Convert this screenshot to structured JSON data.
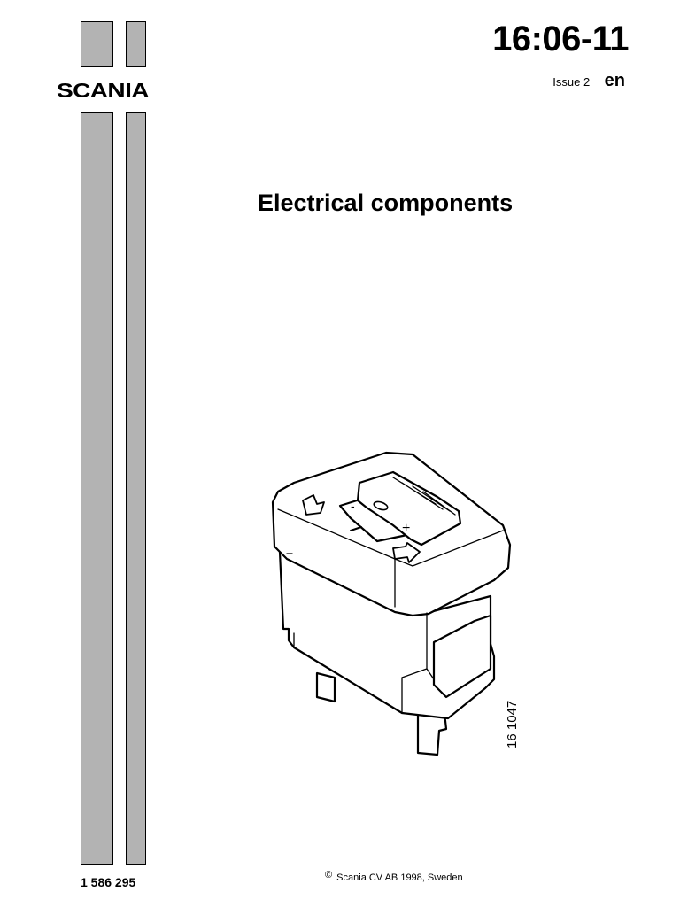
{
  "header": {
    "logo_text": "SCANIA",
    "doc_code": "16:06-11",
    "issue_label": "Issue 2",
    "language": "en"
  },
  "title": "Electrical components",
  "figure": {
    "number": "16 1047",
    "symbols": [
      "-",
      "0",
      "+"
    ]
  },
  "footer": {
    "part_number": "1 586 295",
    "copyright_symbol": "©",
    "copyright_text": "Scania CV AB 1998, Sweden"
  },
  "colors": {
    "margin_bars": "#b3b3b3",
    "ink": "#000000",
    "paper": "#ffffff"
  }
}
